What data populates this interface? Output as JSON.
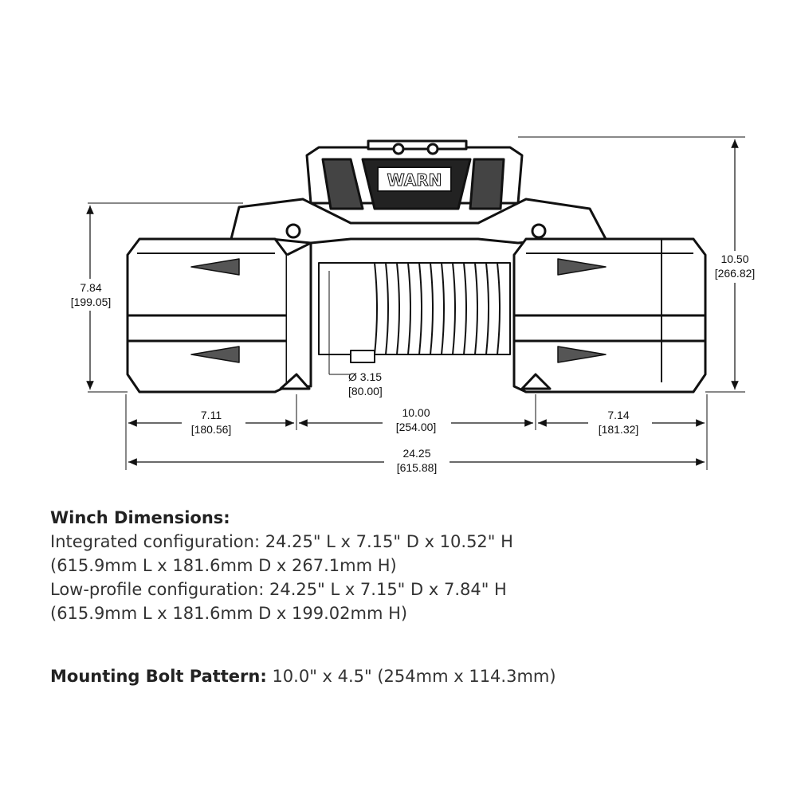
{
  "drawing": {
    "brand_label": "WARN",
    "dimensions": {
      "left_height": {
        "inch": "7.84",
        "mm": "[199.05]"
      },
      "right_height": {
        "inch": "10.50",
        "mm": "[266.82]"
      },
      "drum_diameter": {
        "inch": "Ø 3.15",
        "mm": "[80.00]"
      },
      "left_span": {
        "inch": "7.11",
        "mm": "[180.56]"
      },
      "center_span": {
        "inch": "10.00",
        "mm": "[254.00]"
      },
      "right_span": {
        "inch": "7.14",
        "mm": "[181.32]"
      },
      "overall_length": {
        "inch": "24.25",
        "mm": "[615.88]"
      }
    }
  },
  "specs": {
    "heading": "Winch Dimensions:",
    "lines": [
      "Integrated configuration: 24.25\" L x 7.15\" D x 10.52\" H",
      "(615.9mm L x 181.6mm D x 267.1mm H)",
      "Low-profile configuration: 24.25\" L x 7.15\" D x 7.84\" H",
      "(615.9mm L x 181.6mm D x 199.02mm H)"
    ],
    "bolt_label": "Mounting Bolt Pattern:",
    "bolt_value": " 10.0\" x 4.5\" (254mm x 114.3mm)"
  }
}
